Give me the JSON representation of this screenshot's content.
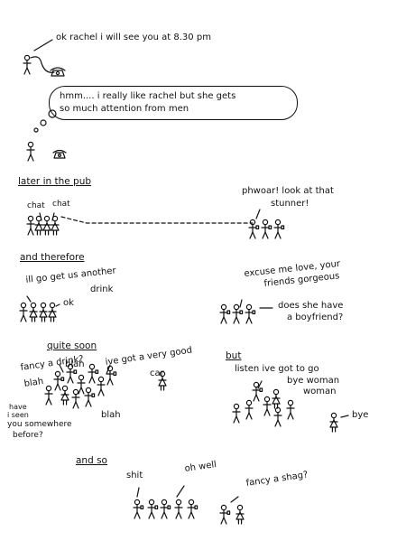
{
  "scene1": {
    "phone_line": "ok rachel i will see you at 8.30 pm",
    "thought_line1": "hmm.... i really like rachel but she gets",
    "thought_line2": "so much attention from men"
  },
  "scene2": {
    "heading": "later in the pub",
    "chat1": "chat",
    "chat2": "chat",
    "phwoar_line1": "phwoar! look at that",
    "phwoar_line2": "stunner!"
  },
  "scene3": {
    "heading": "and therefore",
    "drink_line1": "ill go get us another",
    "drink_line2": "drink",
    "ok": "ok",
    "excuse_line1": "excuse me love, your",
    "excuse_line2": "friends gorgeous",
    "boyfriend_line1": "does she have",
    "boyfriend_line2": "a boyfriend?"
  },
  "scene4": {
    "heading_left": "quite soon",
    "heading_right": "but",
    "fancy_drink": "fancy a drink?",
    "blah1": "blah",
    "blah2": "blah",
    "blah3": "blah",
    "car_line1": "ive got a very good",
    "car_line2": "car",
    "seen_line1": "have",
    "seen_line2": "i seen",
    "seen_line3": "you somewhere",
    "seen_line4": "before?",
    "listen_line": "listen ive got to go",
    "bye_woman_line1": "bye woman",
    "bye_woman_line2": "woman",
    "bye": "bye"
  },
  "scene5": {
    "heading": "and so",
    "shit": "shit",
    "oh_well": "oh well",
    "fancy_shag": "fancy a shag?"
  }
}
